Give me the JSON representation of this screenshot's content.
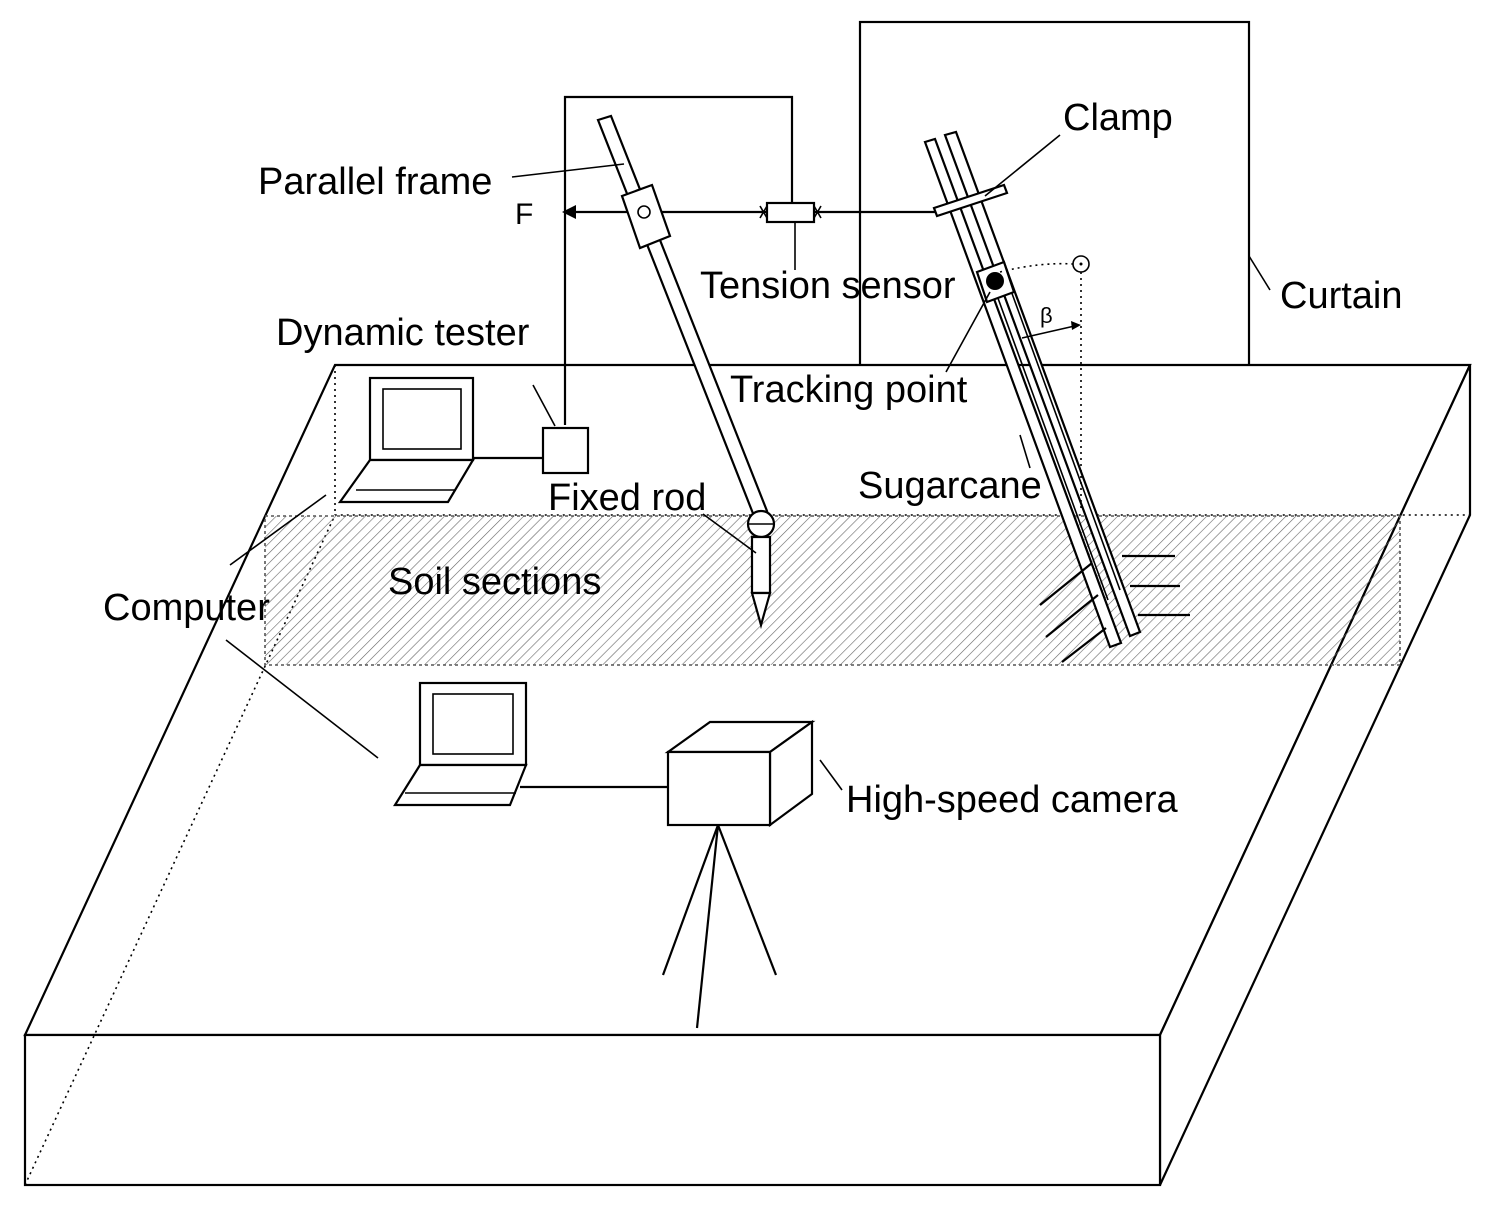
{
  "labels": {
    "parallel_frame": "Parallel frame",
    "force": "F",
    "clamp": "Clamp",
    "tension_sensor": "Tension sensor",
    "curtain": "Curtain",
    "dynamic_tester": "Dynamic tester",
    "beta": "β",
    "tracking_point": "Tracking point",
    "sugarcane": "Sugarcane",
    "fixed_rod": "Fixed rod",
    "soil_sections": "Soil sections",
    "computer": "Computer",
    "high_speed_camera": "High-speed camera"
  }
}
